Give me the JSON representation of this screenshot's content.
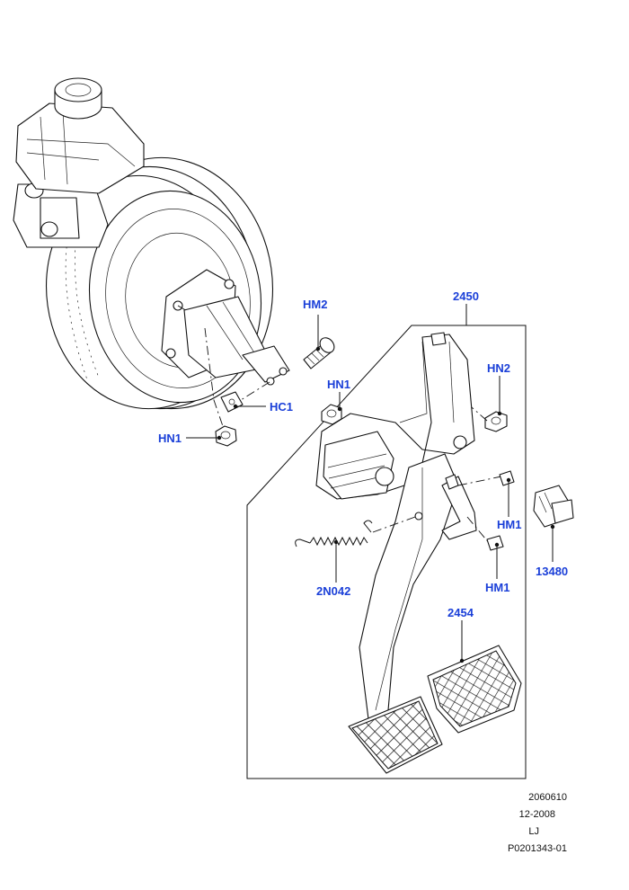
{
  "callouts": {
    "hm2": "HM2",
    "hc1": "HC1",
    "hn1_left": "HN1",
    "hn1_center": "HN1",
    "hn2": "HN2",
    "p2450": "2450",
    "hm1_upper": "HM1",
    "hm1_lower": "HM1",
    "p13480": "13480",
    "p2n042": "2N042",
    "p2454": "2454"
  },
  "reference": {
    "line1": "2060610",
    "line2": "12-2008",
    "line3": "LJ",
    "line4": "P0201343-01"
  },
  "colors": {
    "callout": "#1a3fd8",
    "line": "#111111",
    "background": "#ffffff"
  }
}
